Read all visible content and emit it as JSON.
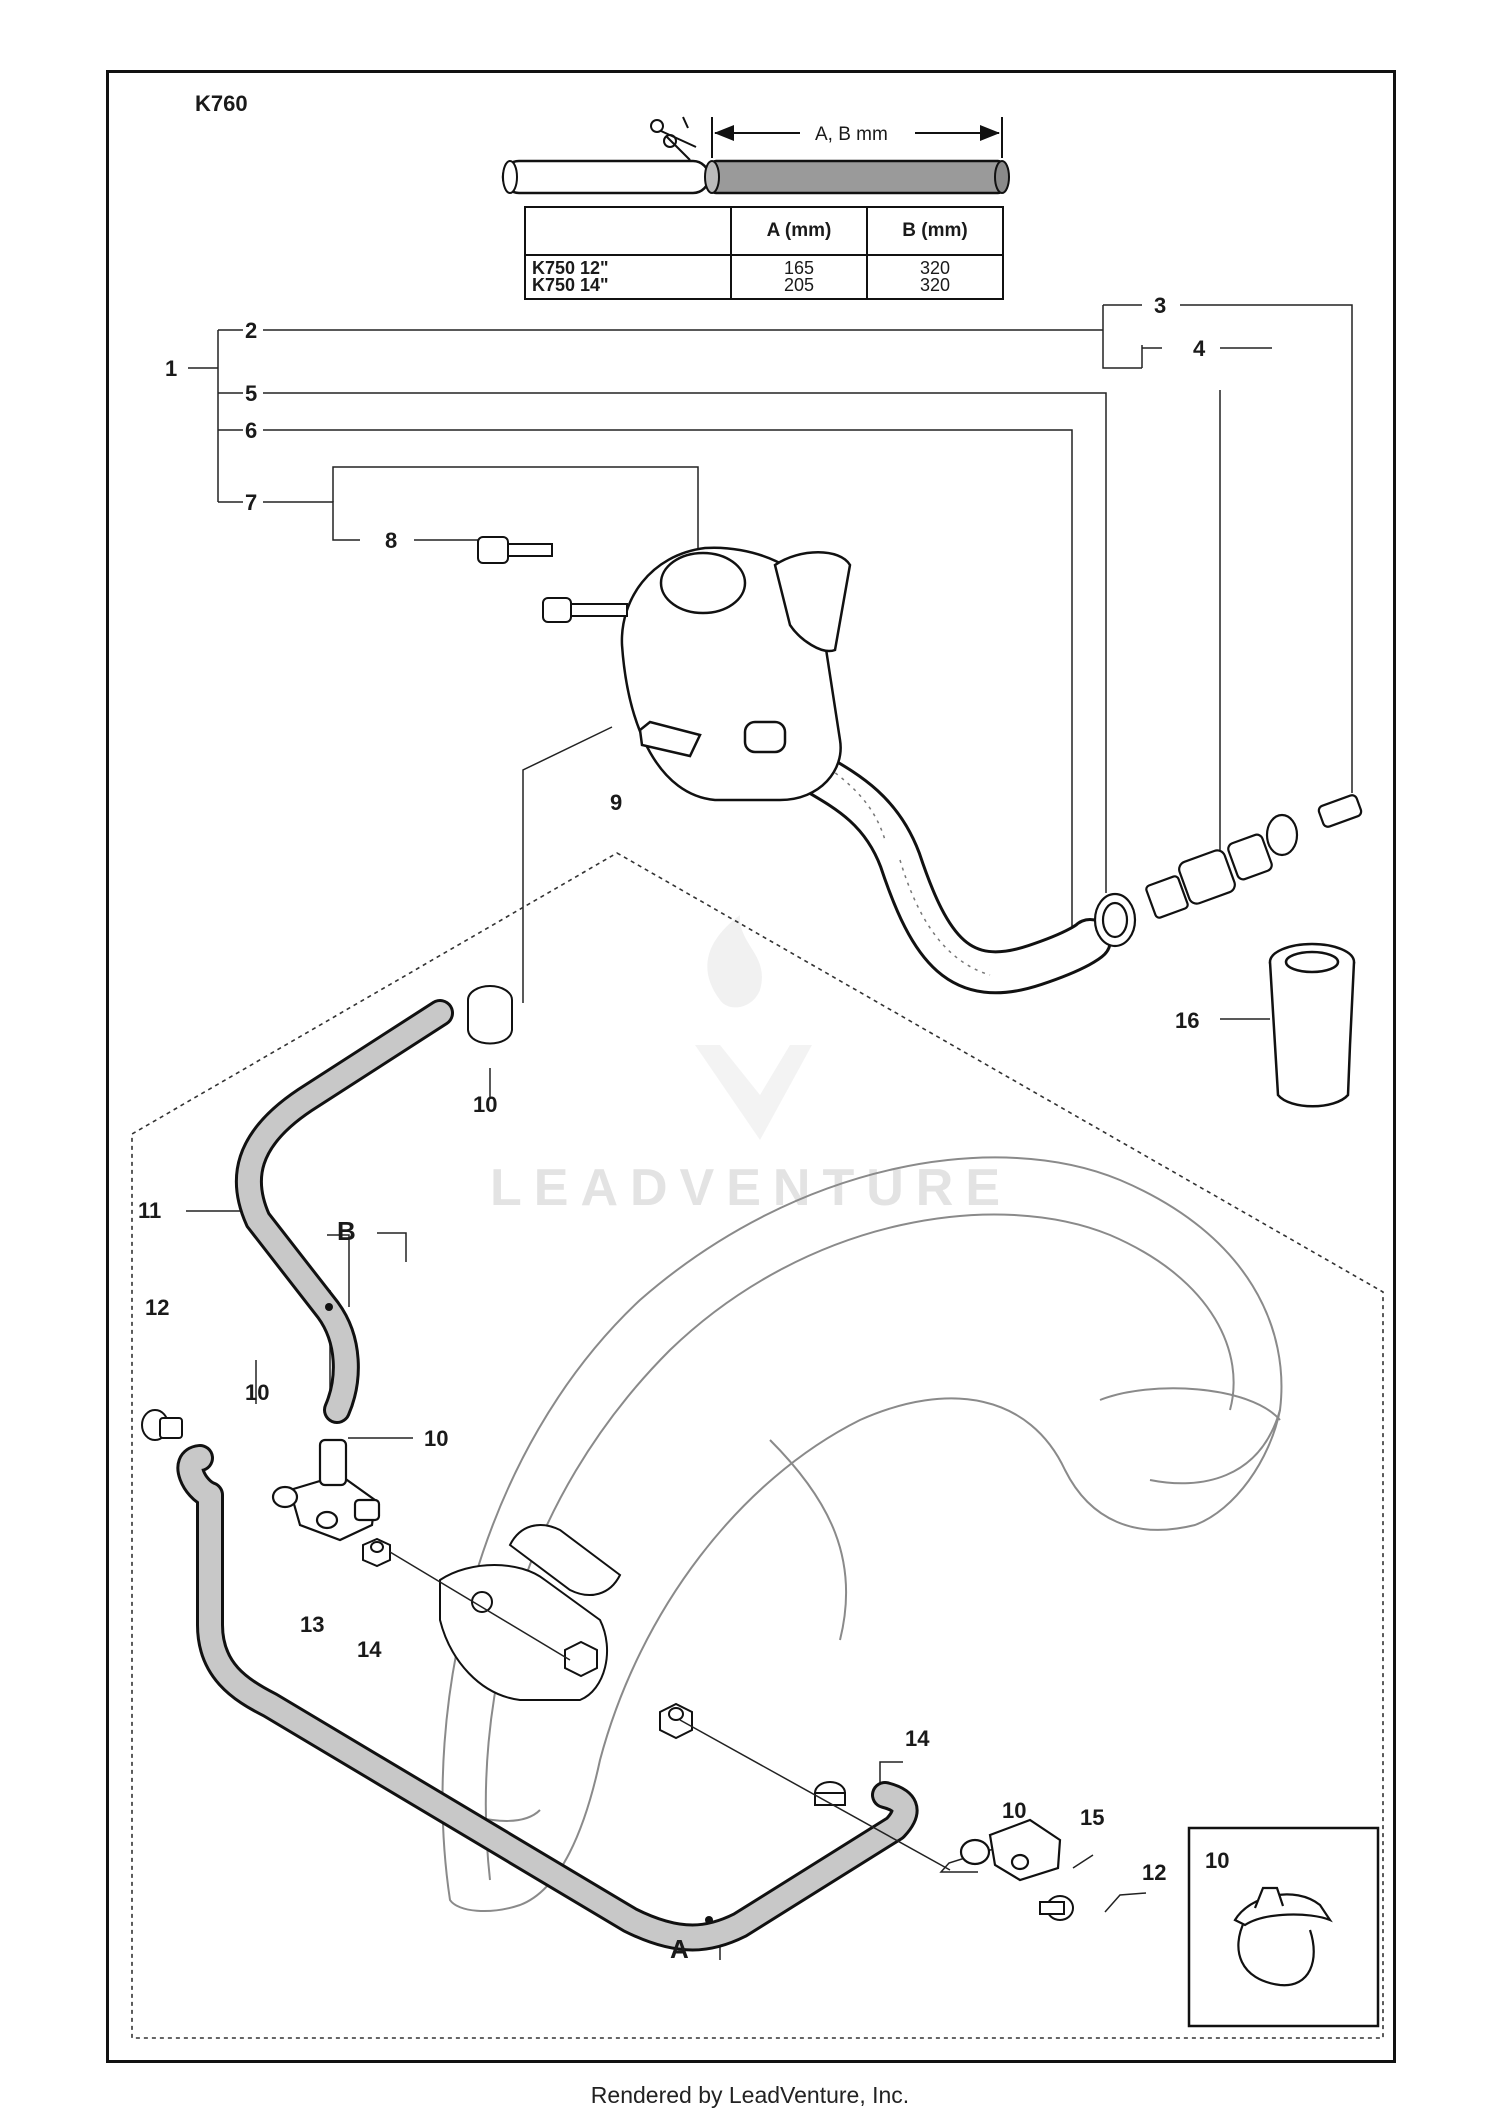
{
  "model": "K760",
  "cut_label": "A, B mm",
  "table": {
    "headers": [
      "",
      "A (mm)",
      "B (mm)"
    ],
    "rows": [
      {
        "model": "K750 12\"",
        "a": "165",
        "b": "320"
      },
      {
        "model": "K750 14\"",
        "a": "205",
        "b": "320"
      }
    ]
  },
  "callouts": {
    "n1": "1",
    "n2": "2",
    "n3": "3",
    "n4": "4",
    "n5": "5",
    "n6": "6",
    "n7": "7",
    "n8": "8",
    "n9": "9",
    "n10": "10",
    "n11": "11",
    "n12": "12",
    "n13": "13",
    "n14": "14",
    "n15": "15",
    "n16": "16",
    "la": "A",
    "lb": "B"
  },
  "inset_label": "10",
  "watermark": "LEADVENTURE",
  "footer": "Rendered by LeadVenture, Inc."
}
